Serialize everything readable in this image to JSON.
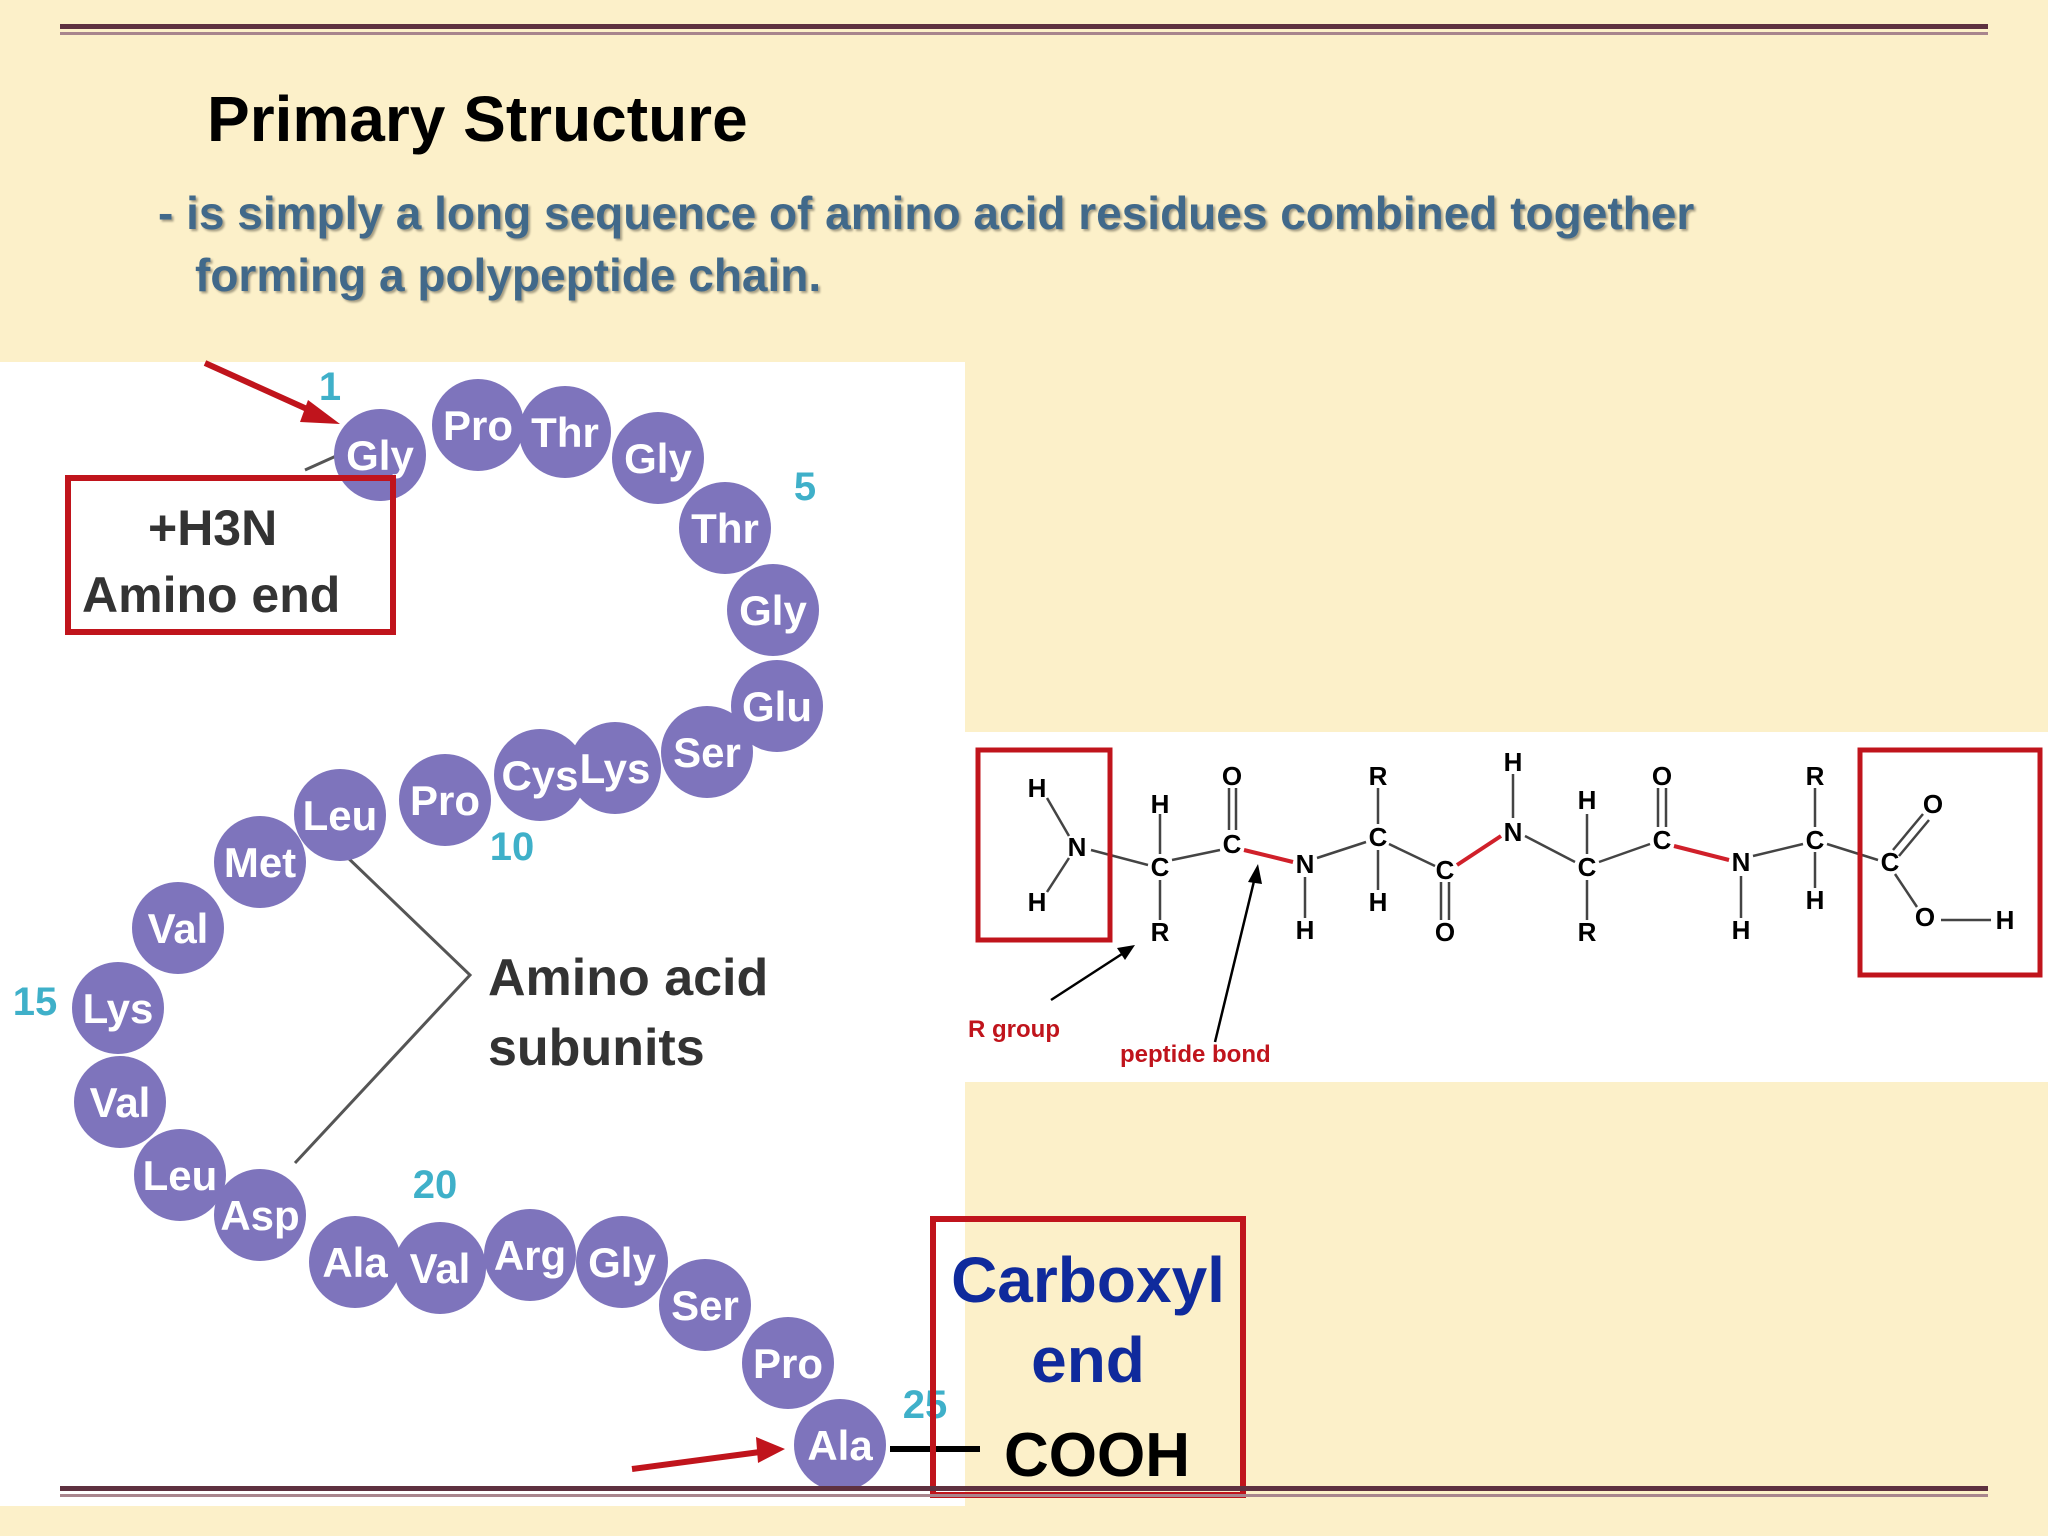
{
  "slide": {
    "title": "Primary Structure",
    "subtitle_line1": "- is simply a long sequence of amino acid residues combined together",
    "subtitle_line2": "forming a polypeptide chain."
  },
  "chain": {
    "amino_terminus": "+H3N",
    "amino_end_label": "Amino end",
    "subunits_label_line1": "Amino acid",
    "subunits_label_line2": "subunits",
    "residues": [
      "Gly",
      "Pro",
      "Thr",
      "Gly",
      "Thr",
      "Gly",
      "Glu",
      "Ser",
      "Lys",
      "Cys",
      "Pro",
      "Leu",
      "Met",
      "Val",
      "Lys",
      "Val",
      "Leu",
      "Asp",
      "Ala",
      "Val",
      "Arg",
      "Gly",
      "Ser",
      "Pro",
      "Ala"
    ],
    "position_numbers": [
      "1",
      "5",
      "10",
      "15",
      "20",
      "25"
    ],
    "carboxyl_end_label": "Carboxyl end",
    "carboxyl_group": "COOH"
  },
  "peptide_structure": {
    "r_group_label": "R group",
    "peptide_bond_label": "peptide bond",
    "atoms": {
      "h": "H",
      "n": "N",
      "c": "C",
      "o": "O",
      "r": "R"
    }
  },
  "colors": {
    "background": "#FCF0C9",
    "residue_fill": "#7E74BC",
    "highlight_box": "#C0141C",
    "subtitle_text": "#41698A",
    "carboxyl_text": "#0F2A9C",
    "peptide_bond": "#D0202A",
    "position_number": "#3FB0C9"
  }
}
